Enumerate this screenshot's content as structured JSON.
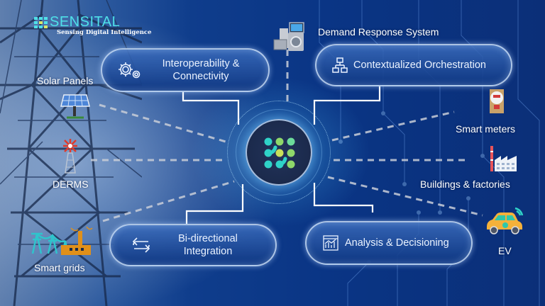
{
  "brand": {
    "name": "SENSITAL",
    "tagline": "Sensing Digital Intelligence",
    "accent_color": "#4fe0e8"
  },
  "hub": {
    "icon": "sensital-dots-logo-icon",
    "dot_colors": [
      "#2fd3c8",
      "#8fd86a",
      "#6cdc9a",
      "#2fd3c8",
      "#c9e05a",
      "#8fd86a",
      "#2fd3c8",
      "#2fd3c8",
      "#8fd86a"
    ]
  },
  "capabilities": [
    {
      "id": "interop",
      "label_line1": "Interoperability &",
      "label_line2": "Connectivity",
      "icon": "gears-icon"
    },
    {
      "id": "orchestration",
      "label_line1": "Contextualized Orchestration",
      "label_line2": "",
      "icon": "hierarchy-icon"
    },
    {
      "id": "bidirectional",
      "label_line1": "Bi-directional",
      "label_line2": "Integration",
      "icon": "bidirectional-arrows-icon"
    },
    {
      "id": "analysis",
      "label_line1": "Analysis & Decisioning",
      "label_line2": "",
      "icon": "analytics-chart-icon"
    }
  ],
  "nodes": {
    "demand_response": {
      "label": "Demand Response System",
      "icon": "appliances-icon"
    },
    "solar": {
      "label": "Solar Panels",
      "icon": "solar-panel-icon"
    },
    "derms": {
      "label": "DERMS",
      "icon": "wind-turbine-icon"
    },
    "smart_grids": {
      "label": "Smart grids",
      "icon": "power-grid-icon"
    },
    "smart_meters": {
      "label": "Smart meters",
      "icon": "smart-meter-icon"
    },
    "buildings": {
      "label": "Buildings & factories",
      "icon": "factory-icon"
    },
    "ev": {
      "label": "EV",
      "icon": "electric-car-icon"
    }
  },
  "colors": {
    "background": "#0b2f78",
    "pill_border": "#c8dcf5",
    "connector": "#ffffff",
    "dashed_line": "#c9ced8"
  }
}
